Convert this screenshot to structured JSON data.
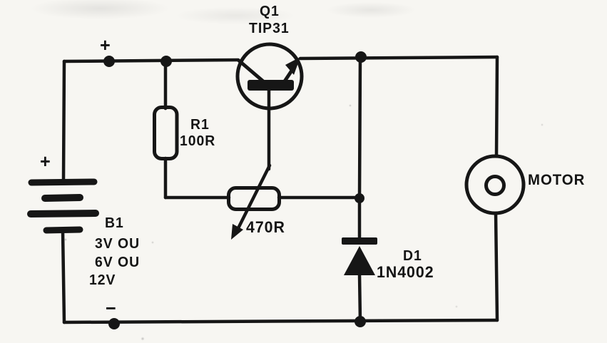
{
  "diagram": {
    "kind": "circuit-schematic",
    "rails": {
      "positive_symbol": "+",
      "negative_symbol": "−"
    },
    "components": {
      "transistor": {
        "ref": "Q1",
        "part": "TIP31"
      },
      "resistor": {
        "ref": "R1",
        "value": "100R"
      },
      "potentiometer": {
        "value": "470R"
      },
      "diode": {
        "ref": "D1",
        "part": "1N4002"
      },
      "battery": {
        "ref": "B1",
        "positive_symbol": "+",
        "voltage_lines": [
          "3V OU",
          "6V OU",
          "12V"
        ]
      },
      "motor": {
        "label": "MOTOR"
      }
    }
  },
  "colors": {
    "ink": "#161616",
    "paper": "#f7f6f2"
  }
}
